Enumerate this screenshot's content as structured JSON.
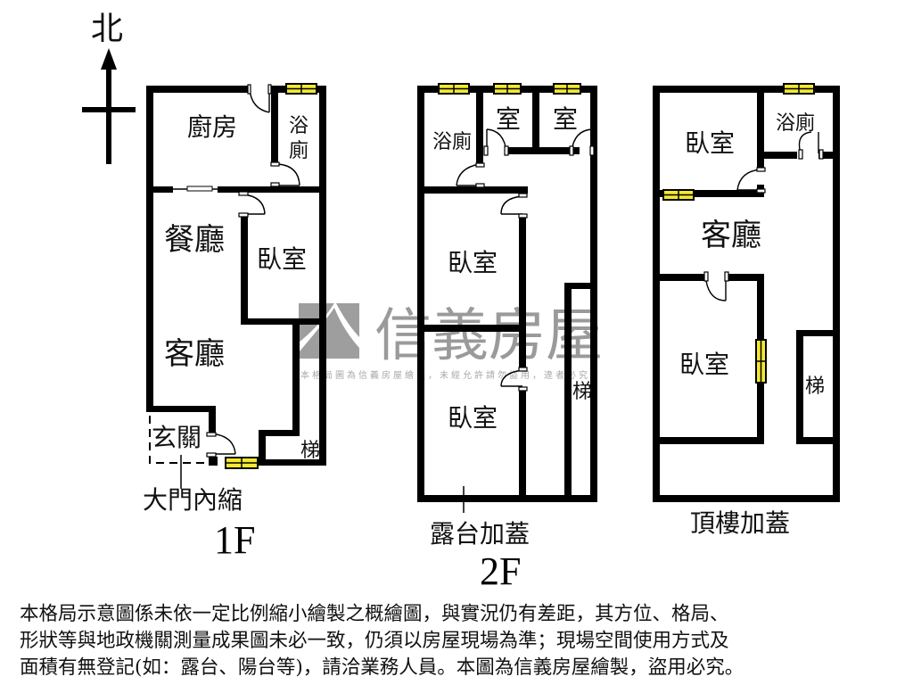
{
  "compass": {
    "label": "北",
    "icon": "north-arrow-icon"
  },
  "watermark": {
    "brand": "信義房屋",
    "notice": "本格局圖為信義房屋繪製，未經允許請勿盜用，違者必究",
    "logo_icon": "sinyi-logo-icon"
  },
  "colors": {
    "wall": "#000000",
    "window": "#f2e832",
    "watermark": "#9e9e9e",
    "background": "#ffffff"
  },
  "floors": [
    {
      "id": "1F",
      "label": "1F",
      "rooms": {
        "kitchen": "廚房",
        "bath": "浴廁",
        "dining": "餐廳",
        "bedroom": "臥室",
        "living": "客廳",
        "foyer": "玄關",
        "stairs": "梯"
      },
      "note": "大門內縮"
    },
    {
      "id": "2F",
      "label": "2F",
      "rooms": {
        "bath": "浴廁",
        "room_a": "室",
        "room_b": "室",
        "bedroom_1": "臥室",
        "bedroom_2": "臥室",
        "stairs": "梯"
      },
      "note": "露台加蓋"
    },
    {
      "id": "roof",
      "label": "",
      "rooms": {
        "bedroom_1": "臥室",
        "bath": "浴廁",
        "living": "客廳",
        "bedroom_2": "臥室",
        "stairs": "梯"
      },
      "note": "頂樓加蓋"
    }
  ],
  "footer": {
    "lines": [
      "本格局示意圖係未依一定比例縮小繪製之概繪圖，與實況仍有差距，其方位、格局、",
      "形狀等與地政機關測量成果圖未必一致，仍須以房屋現場為準；現場空間使用方式及",
      "面積有無登記(如：露台、陽台等)，請洽業務人員。本圖為信義房屋繪製，盜用必究。"
    ]
  }
}
